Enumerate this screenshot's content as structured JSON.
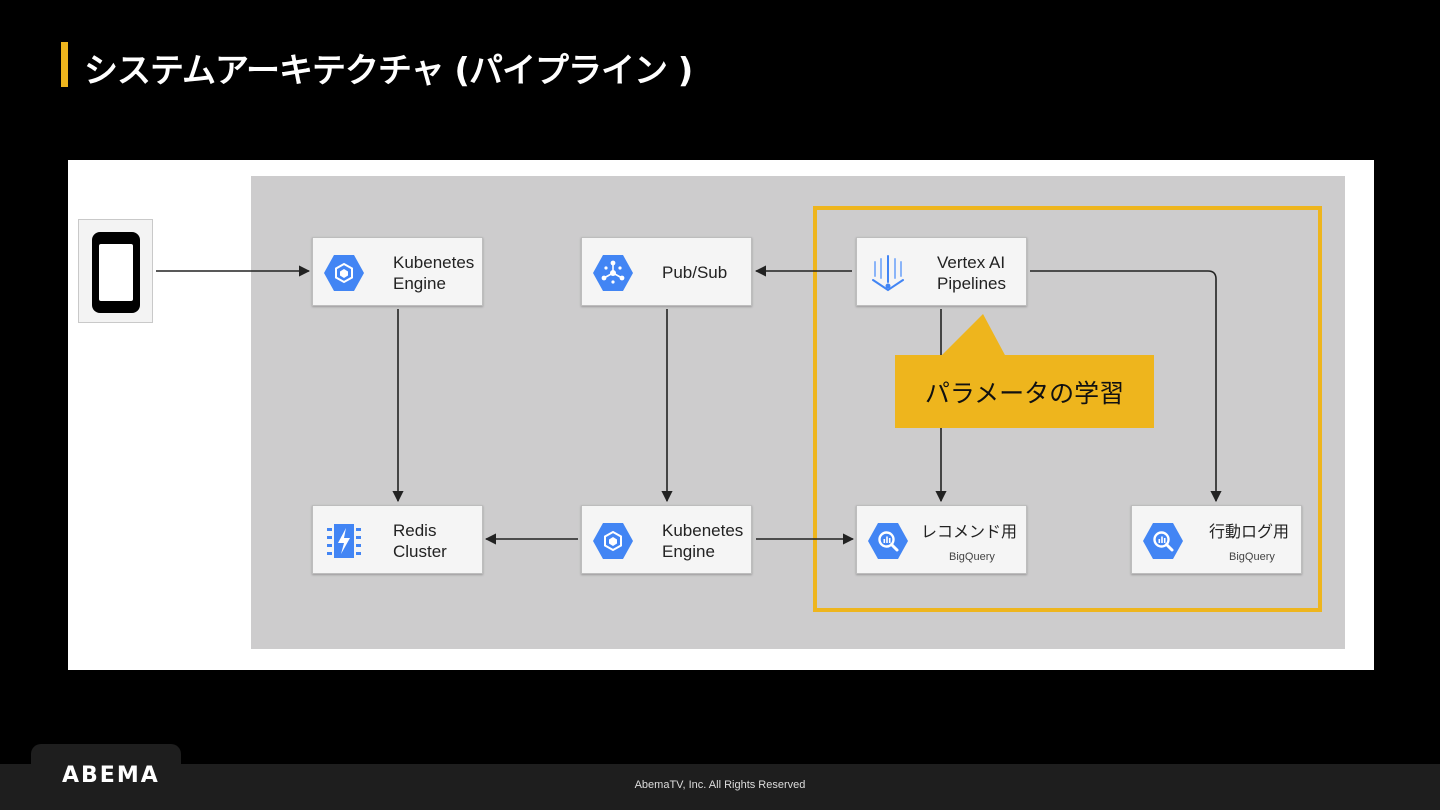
{
  "slide": {
    "title": "システムアーキテクチャ (パイプライン )"
  },
  "diagram": {
    "nodes": {
      "kubernetes_engine_top": {
        "label": "Kubenetes\nEngine",
        "icon": "kubernetes-engine-icon"
      },
      "pubsub": {
        "label": "Pub/Sub",
        "icon": "pubsub-icon"
      },
      "vertex_ai_pipelines": {
        "label": "Vertex AI\nPipelines",
        "icon": "vertex-ai-icon"
      },
      "redis_cluster": {
        "label": "Redis\nCluster",
        "icon": "memorystore-redis-icon"
      },
      "kubernetes_engine_bottom": {
        "label": "Kubenetes\nEngine",
        "icon": "kubernetes-engine-icon"
      },
      "bigquery_recommend": {
        "title": "レコメンド用",
        "subtitle": "BigQuery",
        "icon": "bigquery-icon"
      },
      "bigquery_action_log": {
        "title": "行動ログ用",
        "subtitle": "BigQuery",
        "icon": "bigquery-icon"
      }
    },
    "client_device": {
      "icon": "smartphone-icon"
    },
    "callout": {
      "text": "パラメータの学習"
    }
  },
  "footer": {
    "brand": "ABEMA",
    "copyright": "AbemaTV, Inc. All Rights Reserved"
  },
  "colors": {
    "accent": "#eeb51d",
    "gcp_blue": "#4285f4",
    "panel_gray": "#cdcccd",
    "background": "#000000"
  }
}
